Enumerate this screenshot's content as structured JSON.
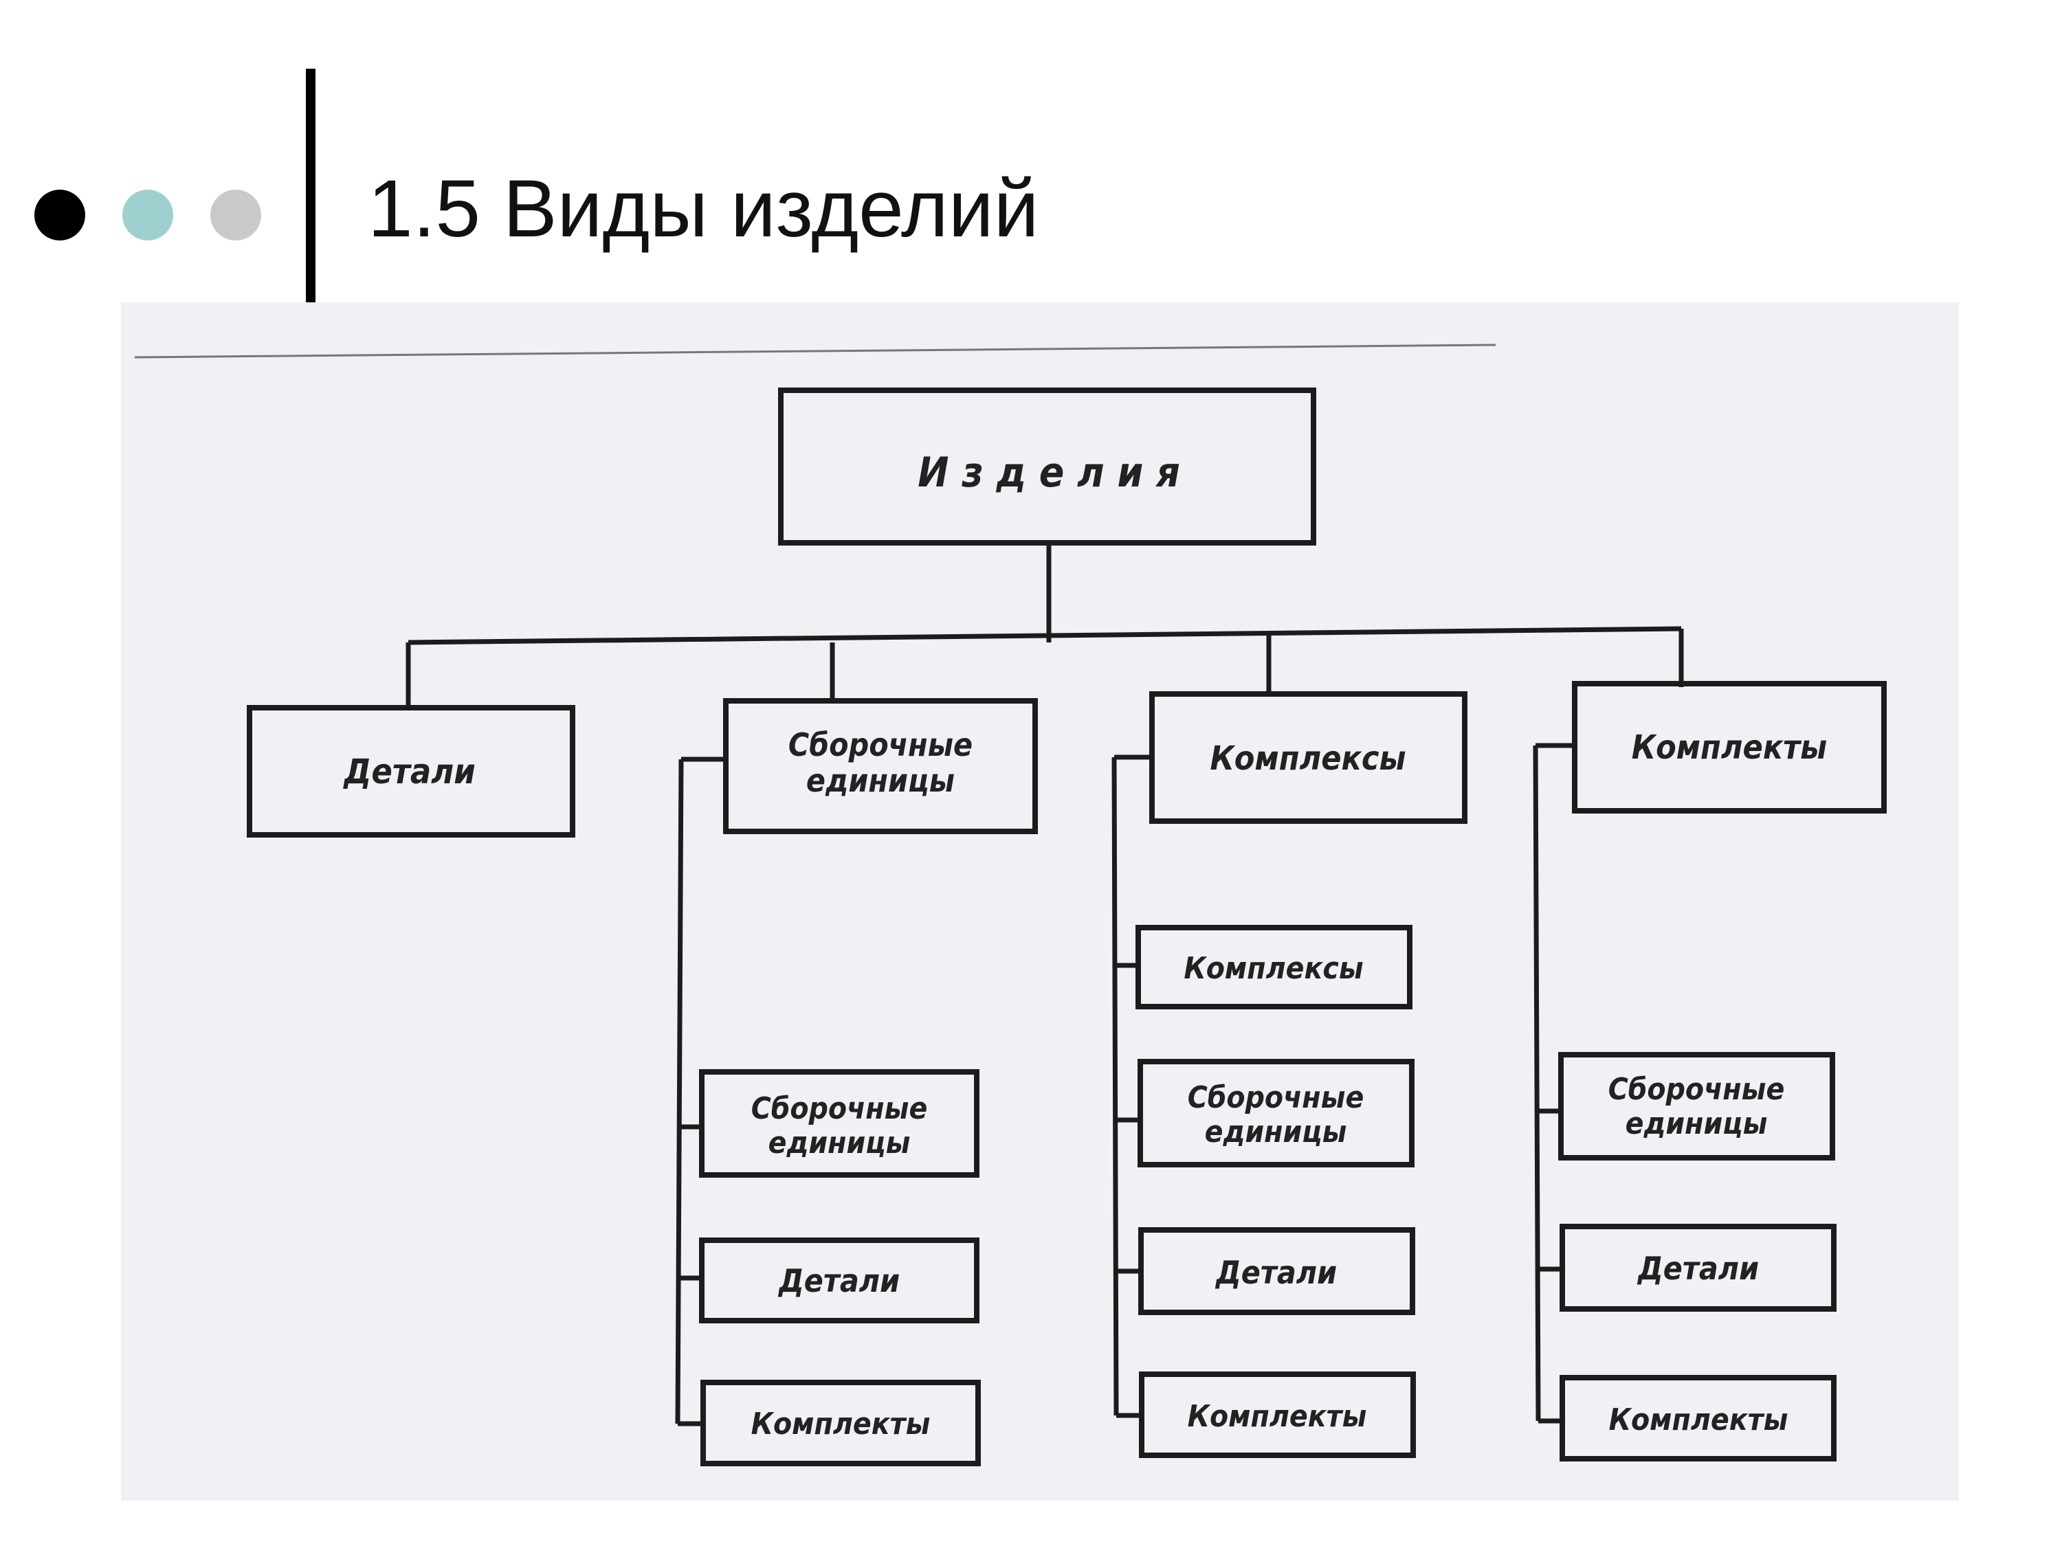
{
  "slide": {
    "title": "1.5  Виды изделий",
    "bullet_colors": [
      "#000000",
      "#9fd0d0",
      "#c9c9c9"
    ]
  },
  "diagram": {
    "root": "И з д е л и я",
    "columns": [
      {
        "label": "Детали",
        "children": []
      },
      {
        "label": [
          "Сборочные",
          "единицы"
        ],
        "children": [
          [
            "Сборочные",
            "единицы"
          ],
          "Детали",
          "Комплекты"
        ]
      },
      {
        "label": "Комплексы",
        "children": [
          "Комплексы",
          [
            "Сборочные",
            "единицы"
          ],
          "Детали",
          "Комплекты"
        ]
      },
      {
        "label": "Комплекты",
        "children": [
          [
            "Сборочные",
            "единицы"
          ],
          "Детали",
          "Комплекты"
        ]
      }
    ]
  }
}
